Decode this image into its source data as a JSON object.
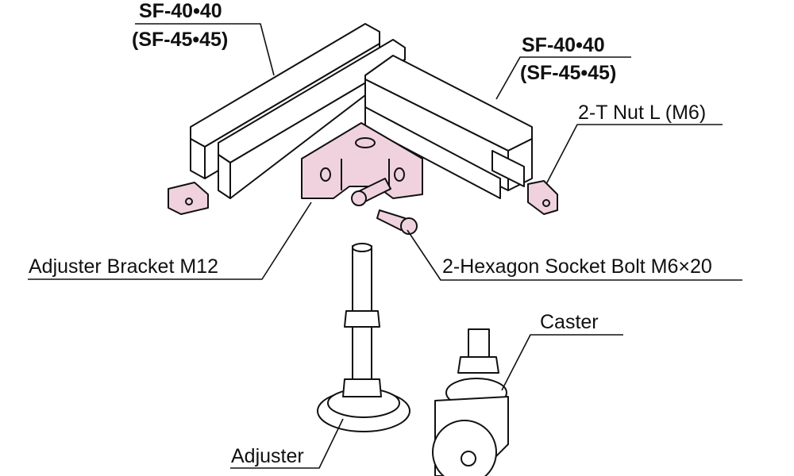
{
  "colors": {
    "part_highlight": "#f0d2de",
    "line": "#111111"
  },
  "labels": {
    "profile_left": "SF-40•40",
    "profile_left_alt": "(SF-45•45)",
    "profile_right": "SF-40•40",
    "profile_right_alt": "(SF-45•45)",
    "t_nut": "2-T Nut L (M6)",
    "bracket": "Adjuster Bracket M12",
    "bolt": "2-Hexagon Socket Bolt M6×20",
    "caster": "Caster",
    "adjuster": "Adjuster"
  }
}
